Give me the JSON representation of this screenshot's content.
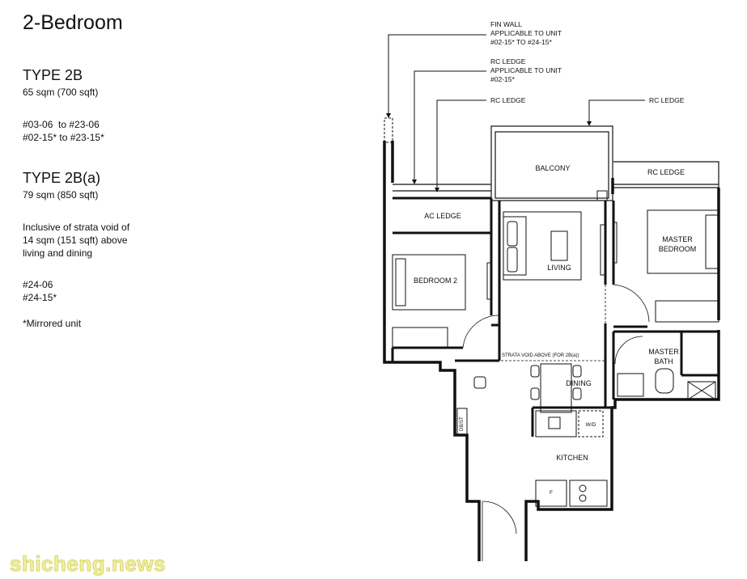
{
  "page": {
    "title": "2-Bedroom",
    "type_2b": {
      "title": "TYPE 2B",
      "area": "65 sqm (700 sqft)",
      "units": [
        "#03-06  to #23-06",
        "#02-15* to #23-15*"
      ]
    },
    "type_2b_a": {
      "title": "TYPE 2B(a)",
      "area": "79 sqm (850 sqft)",
      "note_lines": [
        "Inclusive of strata void of",
        "14 sqm (151 sqft) above",
        "living and dining"
      ],
      "units": [
        "#24-06",
        "#24-15*"
      ]
    },
    "mirror_note": "*Mirrored unit",
    "watermark": "shicheng.news"
  },
  "plan": {
    "callouts": {
      "fin_wall": [
        "FIN WALL",
        "APPLICABLE TO UNIT",
        "#02-15* TO #24-15*"
      ],
      "rc_ledge_applicable": [
        "RC LEDGE",
        "APPLICABLE TO UNIT",
        "#02-15*"
      ],
      "rc_ledge_left": "RC LEDGE",
      "rc_ledge_right": "RC LEDGE"
    },
    "rooms": {
      "balcony": "BALCONY",
      "rc_ledge": "RC LEDGE",
      "ac_ledge": "AC LEDGE",
      "living": "LIVING",
      "master_bedroom": [
        "MASTER",
        "BEDROOM"
      ],
      "bedroom_2": "BEDROOM 2",
      "master_bath": [
        "MASTER",
        "BATH"
      ],
      "strata_void": "STRATA VOID ABOVE (FOR 2B(a))",
      "dining": "DINING",
      "kitchen": "KITCHEN",
      "db_st": "DB/ST",
      "wd": "W/D",
      "fridge": "F"
    }
  }
}
